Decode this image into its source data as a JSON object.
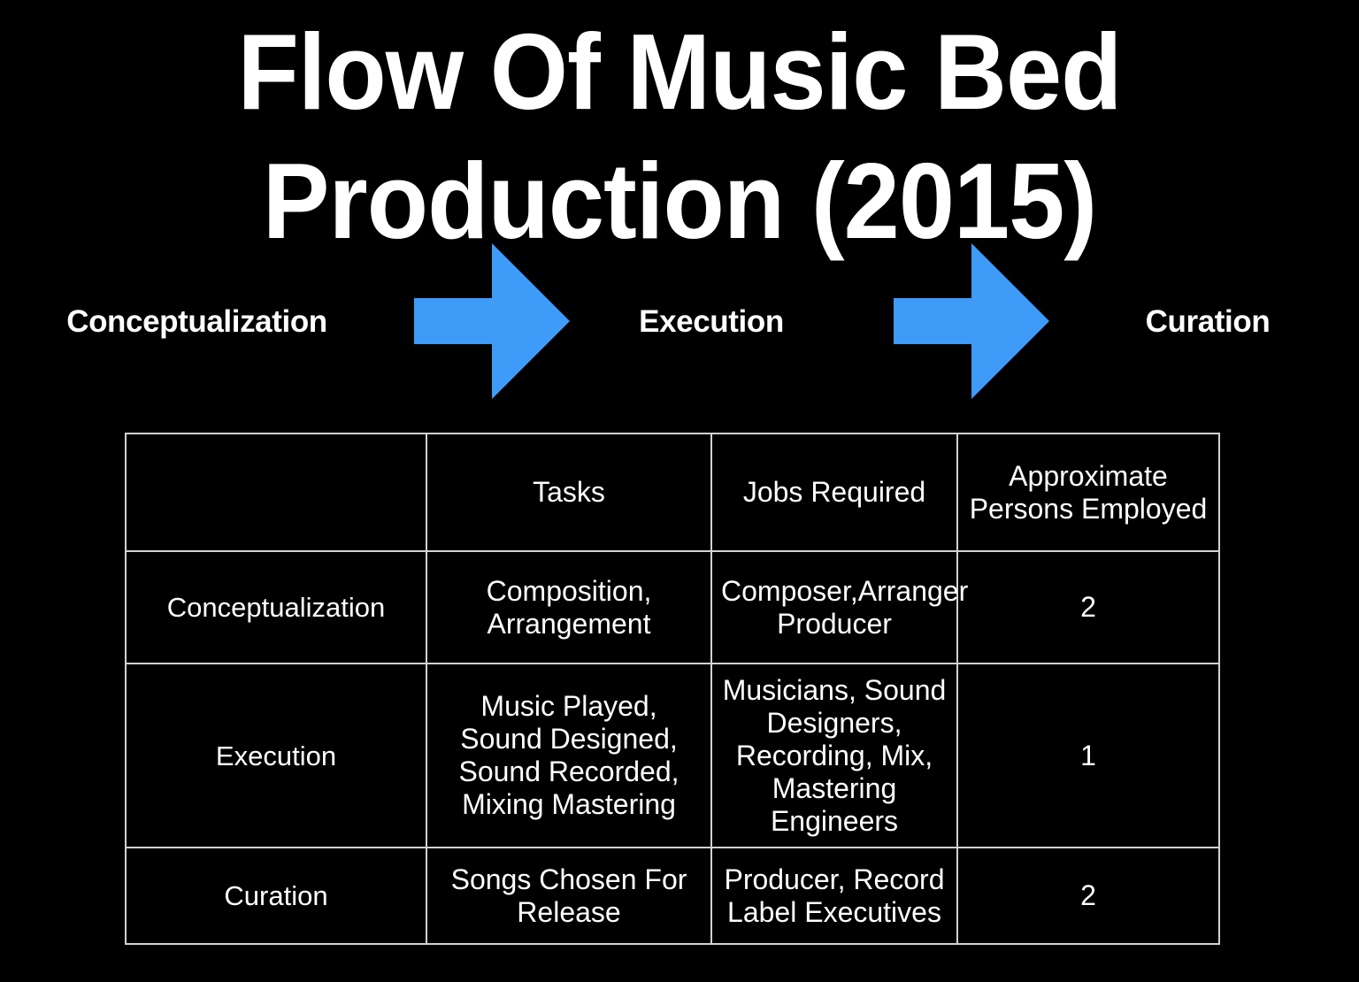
{
  "slide": {
    "background_color": "#000000",
    "text_color": "#ffffff",
    "accent_color": "#3f9bf8",
    "border_color": "#d2d2d2"
  },
  "title": {
    "line1": "Flow Of Music Bed",
    "line2": "Production (2015)",
    "full": "Flow Of Music Bed Production (2015)"
  },
  "flow": {
    "steps": [
      {
        "label": "Conceptualization"
      },
      {
        "label": "Execution"
      },
      {
        "label": "Curation"
      }
    ],
    "arrows": [
      {
        "name": "arrow-right-1",
        "color": "#3f9bf8"
      },
      {
        "name": "arrow-right-2",
        "color": "#3f9bf8"
      }
    ]
  },
  "table": {
    "headers": [
      "",
      "Tasks",
      "Jobs Required",
      "Approximate Persons Employed"
    ],
    "rows": [
      {
        "stage": "Conceptualization",
        "tasks": "Composition, Arrangement",
        "jobs": "Composer,Arranger Producer",
        "persons": "2"
      },
      {
        "stage": "Execution",
        "tasks": "Music Played, Sound Designed, Sound Recorded, Mixing Mastering",
        "jobs": "Musicians, Sound Designers, Recording, Mix, Mastering Engineers",
        "persons": "1"
      },
      {
        "stage": "Curation",
        "tasks": "Songs Chosen For Release",
        "jobs": "Producer, Record Label Executives",
        "persons": "2"
      }
    ]
  }
}
